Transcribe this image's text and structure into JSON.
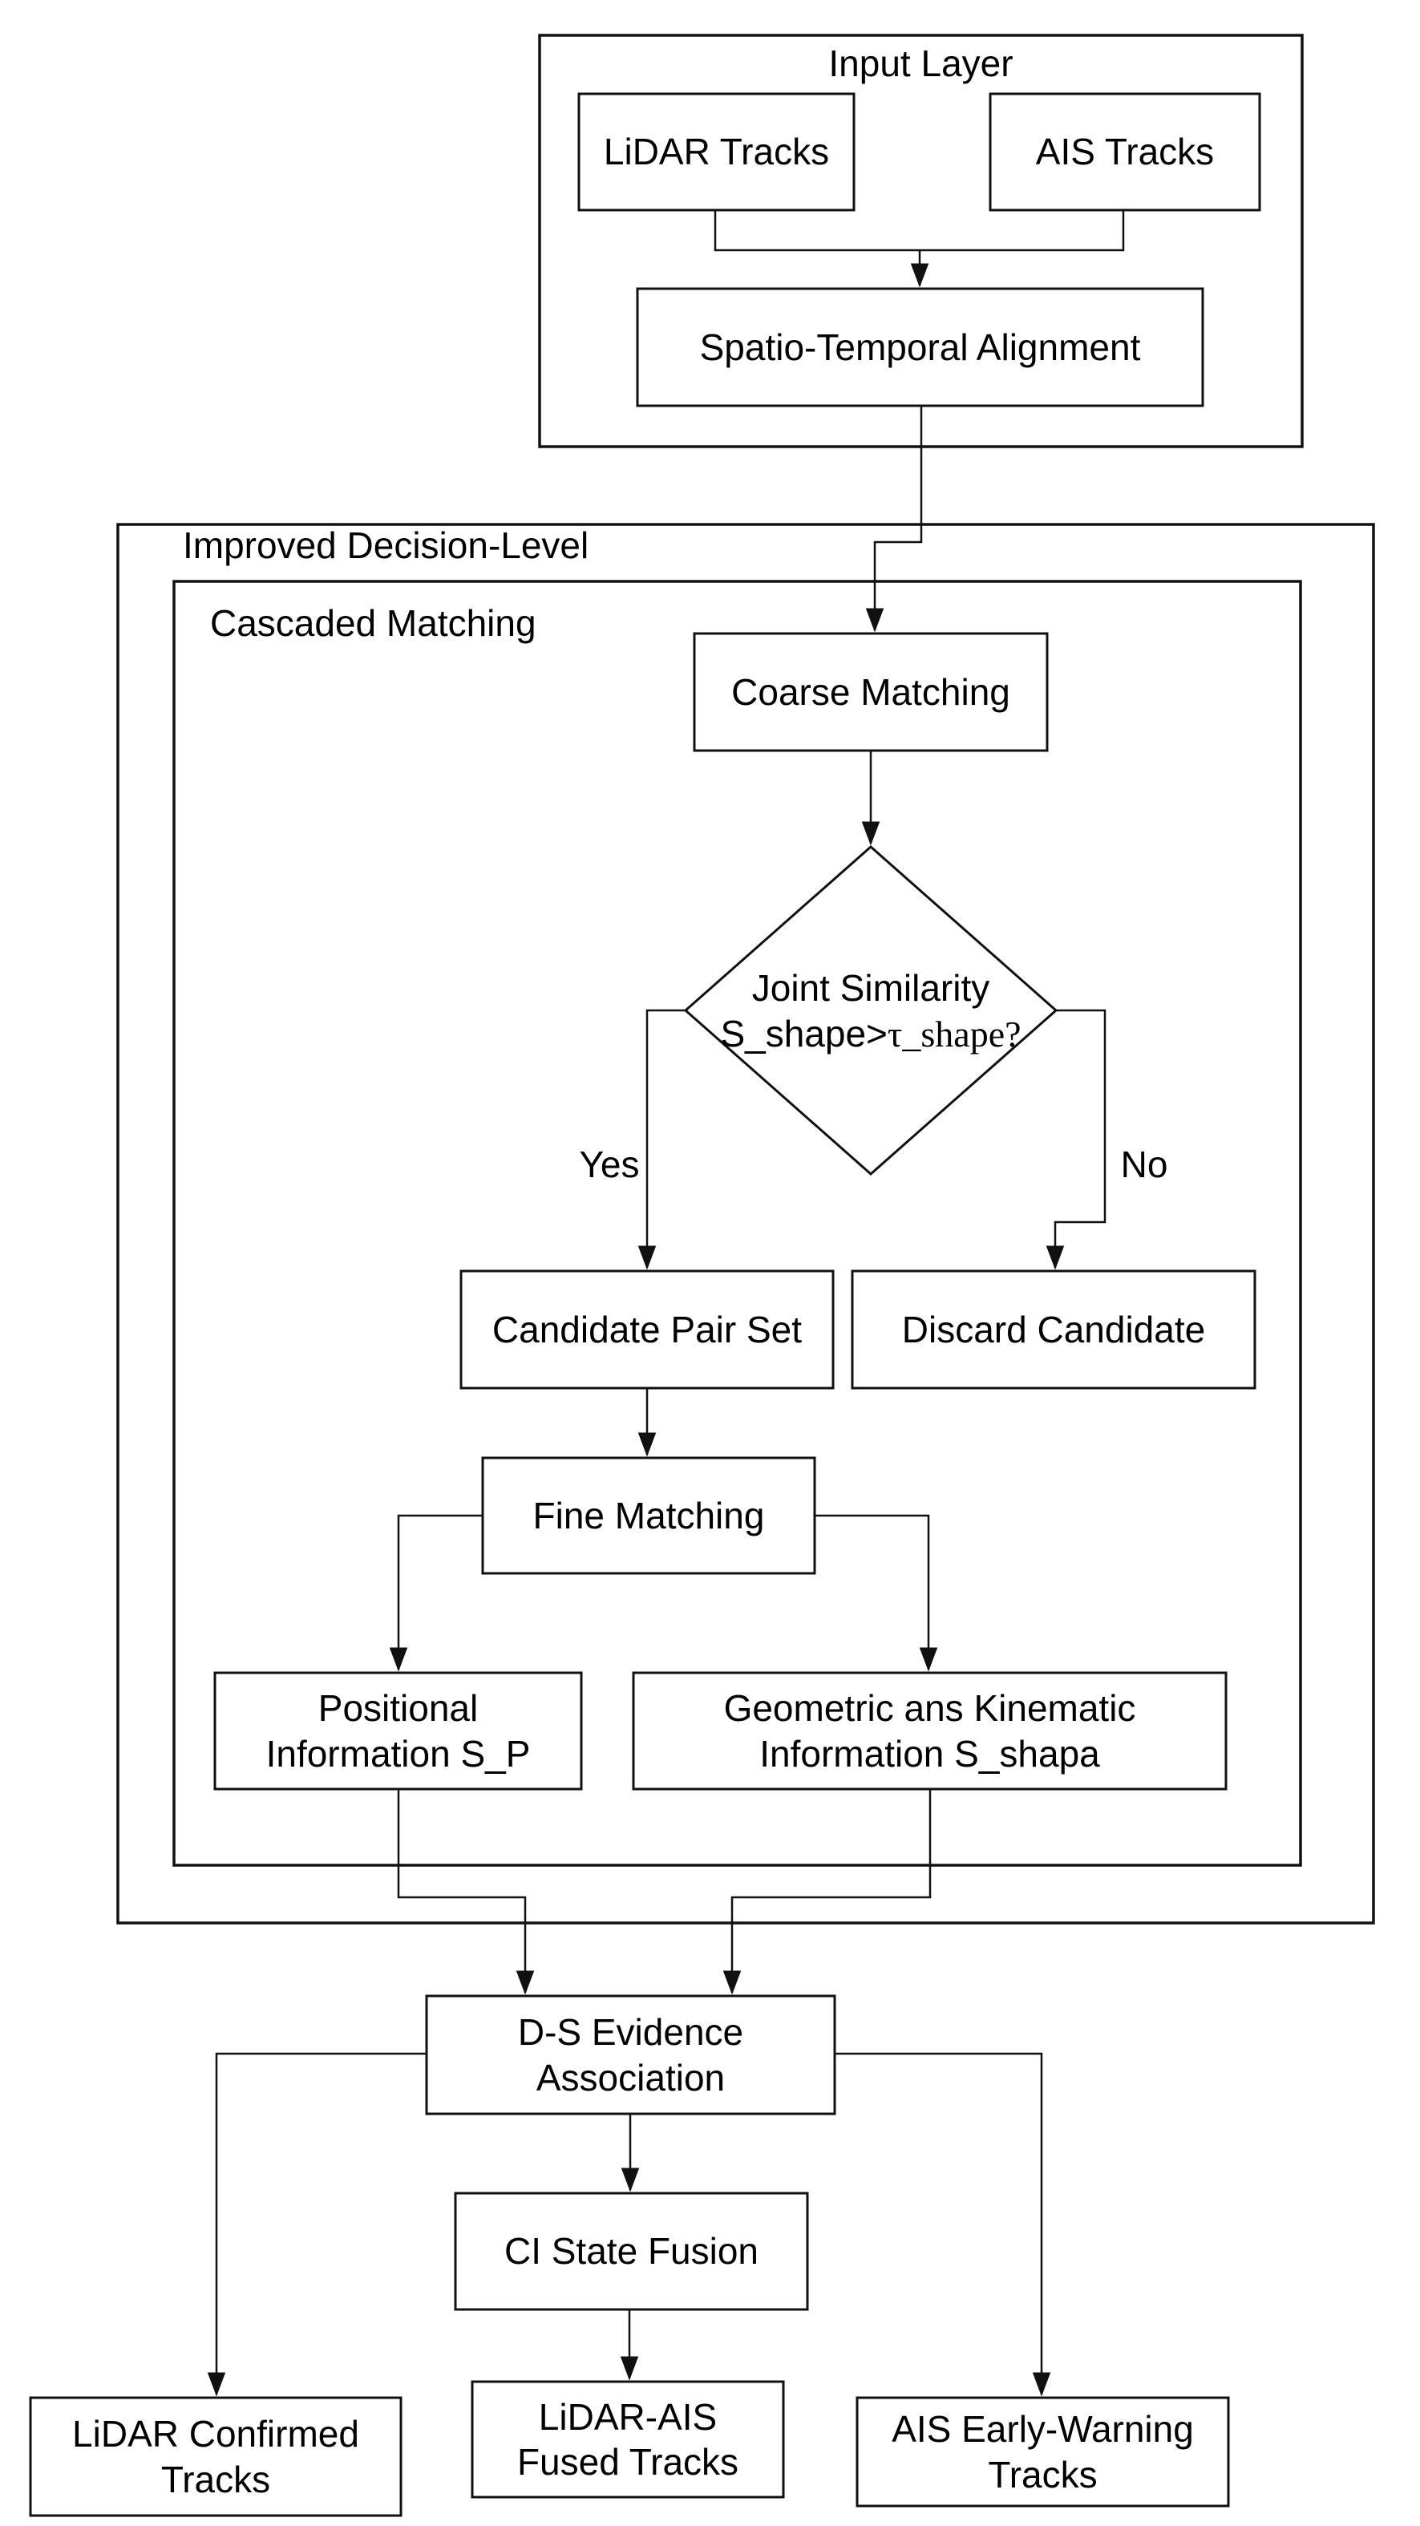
{
  "diagram": {
    "title_region": {
      "input_layer_label": "Input Layer"
    },
    "containers": {
      "improved_decision_level": {
        "label": "Improved Decision-Level"
      },
      "cascaded_matching": {
        "label": "Cascaded Matching"
      }
    },
    "nodes": {
      "lidar_tracks": {
        "label": "LiDAR Tracks"
      },
      "ais_tracks": {
        "label": "AIS Tracks"
      },
      "spatio_temporal_alignment": {
        "label": "Spatio-Temporal Alignment"
      },
      "coarse_matching": {
        "label": "Coarse Matching"
      },
      "joint_similarity_decision": {
        "line1": "Joint Similarity",
        "line2_condition": "S_shape>",
        "line2_threshold": "τ_shape?"
      },
      "candidate_pair_set": {
        "label": "Candidate Pair Set"
      },
      "discard_candidate": {
        "label": "Discard Candidate"
      },
      "fine_matching": {
        "label": "Fine Matching"
      },
      "positional_information": {
        "line1": "Positional",
        "line2": "Information S_P"
      },
      "geometric_kinematic": {
        "line1": "Geometric ans Kinematic",
        "line2": "Information S_shapa"
      },
      "ds_evidence_association": {
        "line1": "D-S Evidence",
        "line2": "Association"
      },
      "ci_state_fusion": {
        "label": "CI State Fusion"
      },
      "lidar_confirmed_tracks": {
        "line1": "LiDAR Confirmed",
        "line2": "Tracks"
      },
      "lidar_ais_fused_tracks": {
        "line1": "LiDAR-AIS",
        "line2": "Fused Tracks"
      },
      "ais_early_warning_tracks": {
        "line1": "AIS Early-Warning",
        "line2": "Tracks"
      }
    },
    "edge_labels": {
      "yes": "Yes",
      "no": "No"
    },
    "colors": {
      "background": "#ffffff",
      "stroke": "#111111",
      "text": "#000000"
    }
  }
}
